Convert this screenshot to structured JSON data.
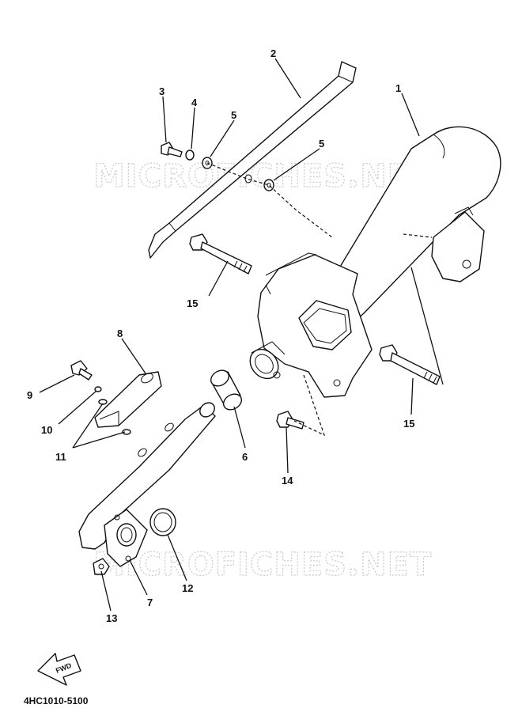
{
  "watermark": {
    "text": "MICROFICHES.NET"
  },
  "callouts": {
    "p1": "1",
    "p2": "2",
    "p3": "3",
    "p4": "4",
    "p5a": "5",
    "p5b": "5",
    "p6": "6",
    "p7": "7",
    "p8": "8",
    "p9": "9",
    "p10": "10",
    "p11": "11",
    "p12": "12",
    "p13": "13",
    "p14": "14",
    "p15a": "15",
    "p15b": "15"
  },
  "fwd_label": "FWD",
  "diagram_code": "4HC1010-5100"
}
